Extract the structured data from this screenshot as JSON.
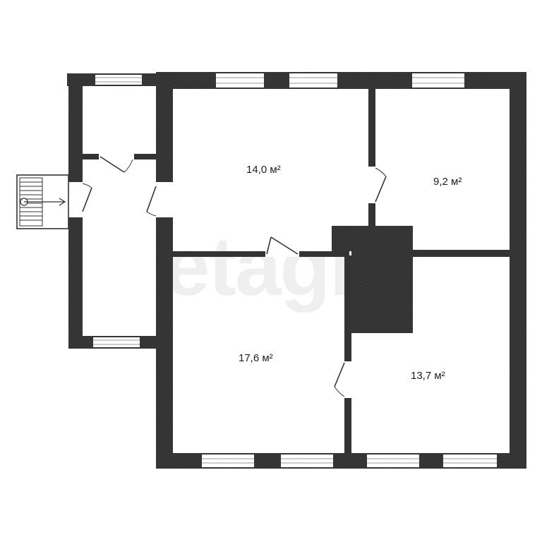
{
  "watermark": "etagi",
  "rooms": [
    {
      "id": "room-top-left",
      "area": "14,0 м²"
    },
    {
      "id": "room-top-right",
      "area": "9,2 м²"
    },
    {
      "id": "room-bottom-left",
      "area": "17,6 м²"
    },
    {
      "id": "room-bottom-right",
      "area": "13,7 м²"
    }
  ],
  "colors": {
    "wall": "#333333",
    "window_frame": "#9a9a9a",
    "background": "#ffffff"
  }
}
